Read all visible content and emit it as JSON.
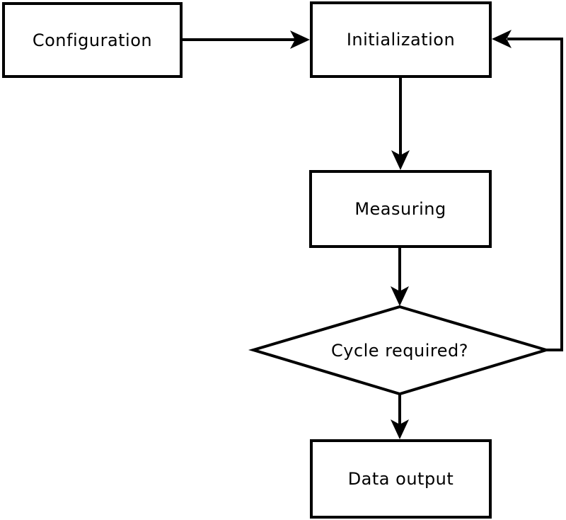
{
  "diagram": {
    "type": "flowchart",
    "colors": {
      "stroke": "#000000",
      "node_fill": "#ffffff",
      "background": "#ffffff"
    },
    "nodes": {
      "configuration": {
        "label": "Configuration",
        "shape": "rectangle"
      },
      "initialization": {
        "label": "Initialization",
        "shape": "rectangle"
      },
      "measuring": {
        "label": "Measuring",
        "shape": "rectangle"
      },
      "cycle_required": {
        "label": "Cycle required?",
        "shape": "diamond"
      },
      "data_output": {
        "label": "Data output",
        "shape": "rectangle"
      }
    },
    "edges": [
      {
        "from": "configuration",
        "to": "initialization",
        "direction": "right"
      },
      {
        "from": "initialization",
        "to": "measuring",
        "direction": "down"
      },
      {
        "from": "measuring",
        "to": "cycle_required",
        "direction": "down"
      },
      {
        "from": "cycle_required",
        "to": "data_output",
        "direction": "down"
      },
      {
        "from": "cycle_required",
        "to": "initialization",
        "direction": "loop-right-up"
      }
    ]
  }
}
